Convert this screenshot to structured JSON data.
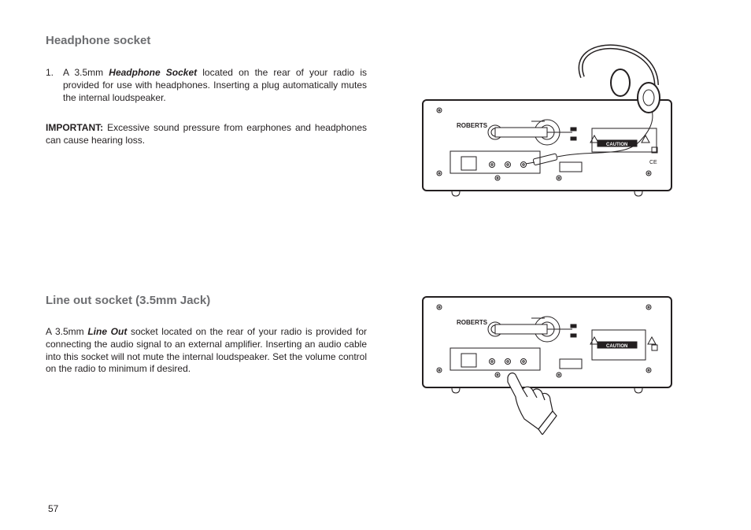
{
  "sections": [
    {
      "title": "Headphone socket",
      "item_number": "1.",
      "text_before": "A 3.5mm ",
      "emphasis": "Headphone Socket",
      "text_after": " located on the rear of your radio is provided for use with headphones. Inserting a plug automatically mutes the internal loudspeaker.",
      "important_label": "IMPORTANT:",
      "important_text": " Excessive sound pressure from earphones and headphones can cause hearing loss."
    },
    {
      "title": "Line out socket (3.5mm Jack)",
      "text_before": "A 3.5mm ",
      "emphasis": "Line Out",
      "text_after": " socket located on the rear of your radio is provided for connecting the audio signal to an external amplifier.  Inserting an audio cable into this socket will not mute the internal loudspeaker. Set the volume control on the radio to minimum if desired."
    }
  ],
  "radio_labels": {
    "brand": "ROBERTS",
    "caution": "CAUTION",
    "ce_mark": "CE"
  },
  "page_number": "57"
}
